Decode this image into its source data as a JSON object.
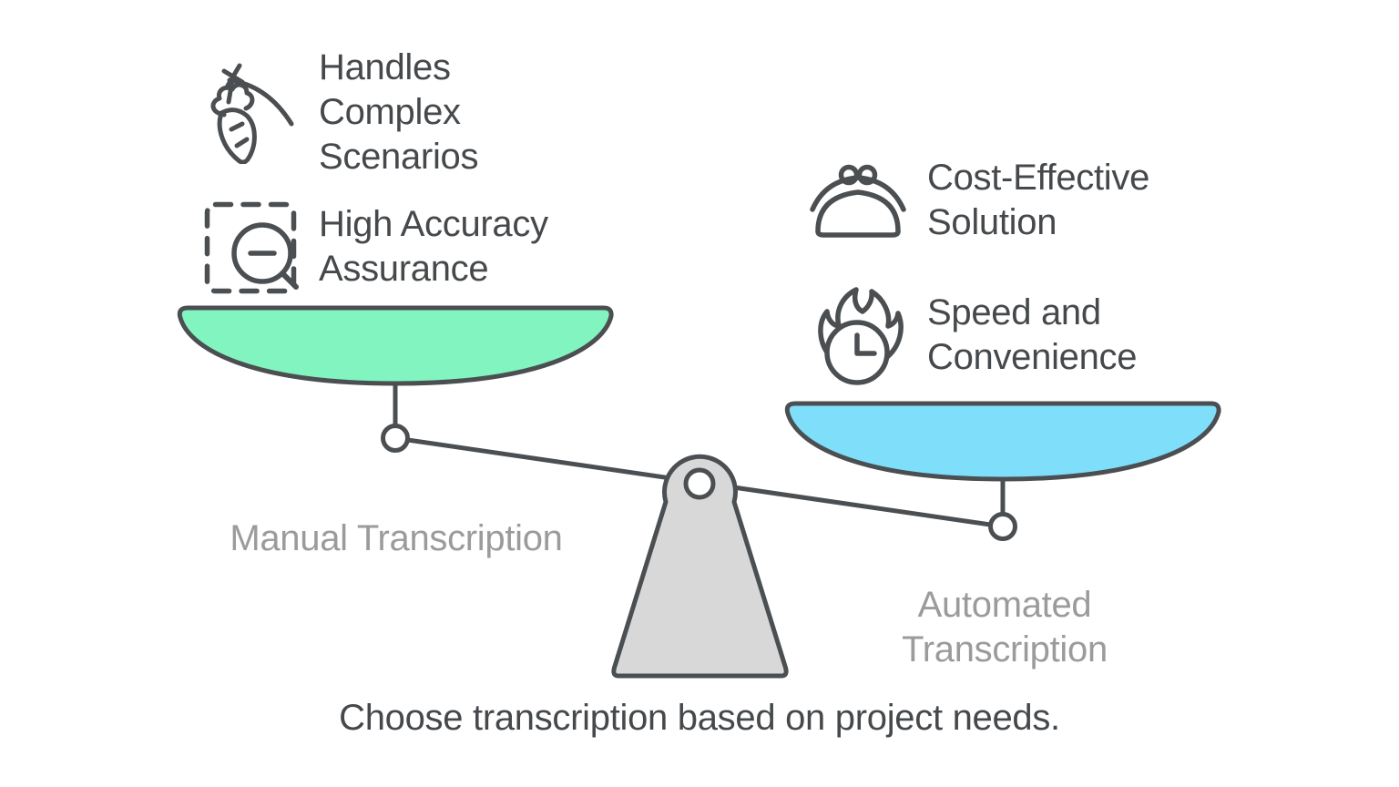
{
  "diagram": {
    "type": "balance-scale-comparison",
    "caption": "Choose transcription based on project needs.",
    "colors": {
      "outline": "#4b4f52",
      "left_pan_fill": "#82f4c0",
      "right_pan_fill": "#7fdffb",
      "fulcrum_fill": "#d8d8d8",
      "pan_label_color": "#9b9b9b",
      "feature_text_color": "#46494c",
      "background": "#ffffff"
    },
    "left_side": {
      "pan_label": "Manual Transcription",
      "pan_position": "higher",
      "features": [
        {
          "icon": "carrot-on-stick-icon",
          "label": "Handles\nComplex\nScenarios"
        },
        {
          "icon": "zoom-area-inspect-icon",
          "label": "High Accuracy\nAssurance"
        }
      ]
    },
    "right_side": {
      "pan_label": "Automated\nTranscription",
      "pan_position": "lower",
      "features": [
        {
          "icon": "coin-purse-icon",
          "label": "Cost-Effective\nSolution"
        },
        {
          "icon": "flaming-clock-icon",
          "label": "Speed and\nConvenience"
        }
      ]
    }
  }
}
